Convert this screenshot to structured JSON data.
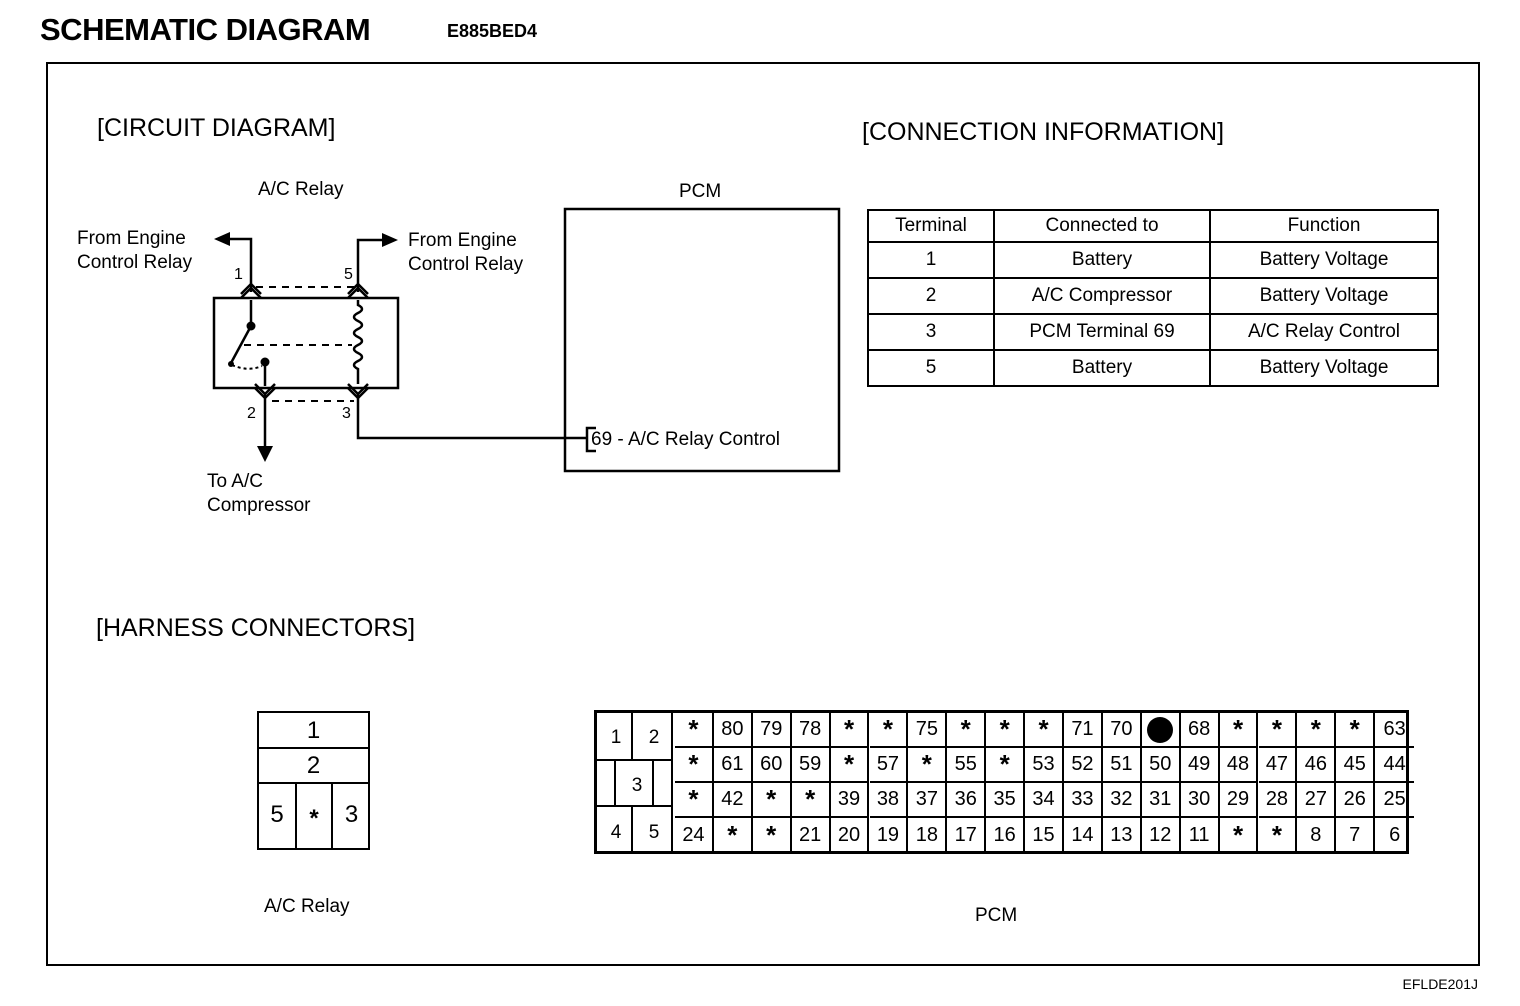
{
  "header": {
    "title": "SCHEMATIC DIAGRAM",
    "code": "E885BED4"
  },
  "footer_code": "EFLDE201J",
  "circuit": {
    "section_title": "[CIRCUIT DIAGRAM]",
    "relay_title": "A/C Relay",
    "pcm_title": "PCM",
    "from_engine_left": [
      "From Engine",
      "Control Relay"
    ],
    "from_engine_right": [
      "From Engine",
      "Control Relay"
    ],
    "to_compressor": [
      "To A/C",
      "Compressor"
    ],
    "pin_labels": [
      "1",
      "5",
      "2",
      "3"
    ],
    "pcm_pin_label": "69 - A/C Relay Control"
  },
  "connection": {
    "section_title": "[CONNECTION INFORMATION]",
    "headers": [
      "Terminal",
      "Connected to",
      "Function"
    ],
    "rows": [
      [
        "1",
        "Battery",
        "Battery Voltage"
      ],
      [
        "2",
        "A/C Compressor",
        "Battery Voltage"
      ],
      [
        "3",
        "PCM Terminal 69",
        "A/C Relay Control"
      ],
      [
        "5",
        "Battery",
        "Battery Voltage"
      ]
    ]
  },
  "harness": {
    "section_title": "[HARNESS CONNECTORS]",
    "relay_label": "A/C Relay",
    "relay_cells": [
      "1",
      "2",
      "5",
      "*",
      "3"
    ],
    "pcm_label": "PCM",
    "pcm_left_cells": [
      "1",
      "2",
      "3",
      "4",
      "5"
    ],
    "pcm_rows": [
      [
        "*",
        "80",
        "79",
        "78",
        "*",
        "*",
        "75",
        "*",
        "*",
        "*",
        "71",
        "70",
        "●",
        "68",
        "*",
        "*",
        "*",
        "*",
        "63"
      ],
      [
        "*",
        "61",
        "60",
        "59",
        "*",
        "57",
        "*",
        "55",
        "*",
        "53",
        "52",
        "51",
        "50",
        "49",
        "48",
        "47",
        "46",
        "45",
        "44"
      ],
      [
        "*",
        "42",
        "*",
        "*",
        "39",
        "38",
        "37",
        "36",
        "35",
        "34",
        "33",
        "32",
        "31",
        "30",
        "29",
        "28",
        "27",
        "26",
        "25"
      ],
      [
        "24",
        "*",
        "*",
        "21",
        "20",
        "19",
        "18",
        "17",
        "16",
        "15",
        "14",
        "13",
        "12",
        "11",
        "*",
        "*",
        "8",
        "7",
        "6"
      ]
    ]
  }
}
